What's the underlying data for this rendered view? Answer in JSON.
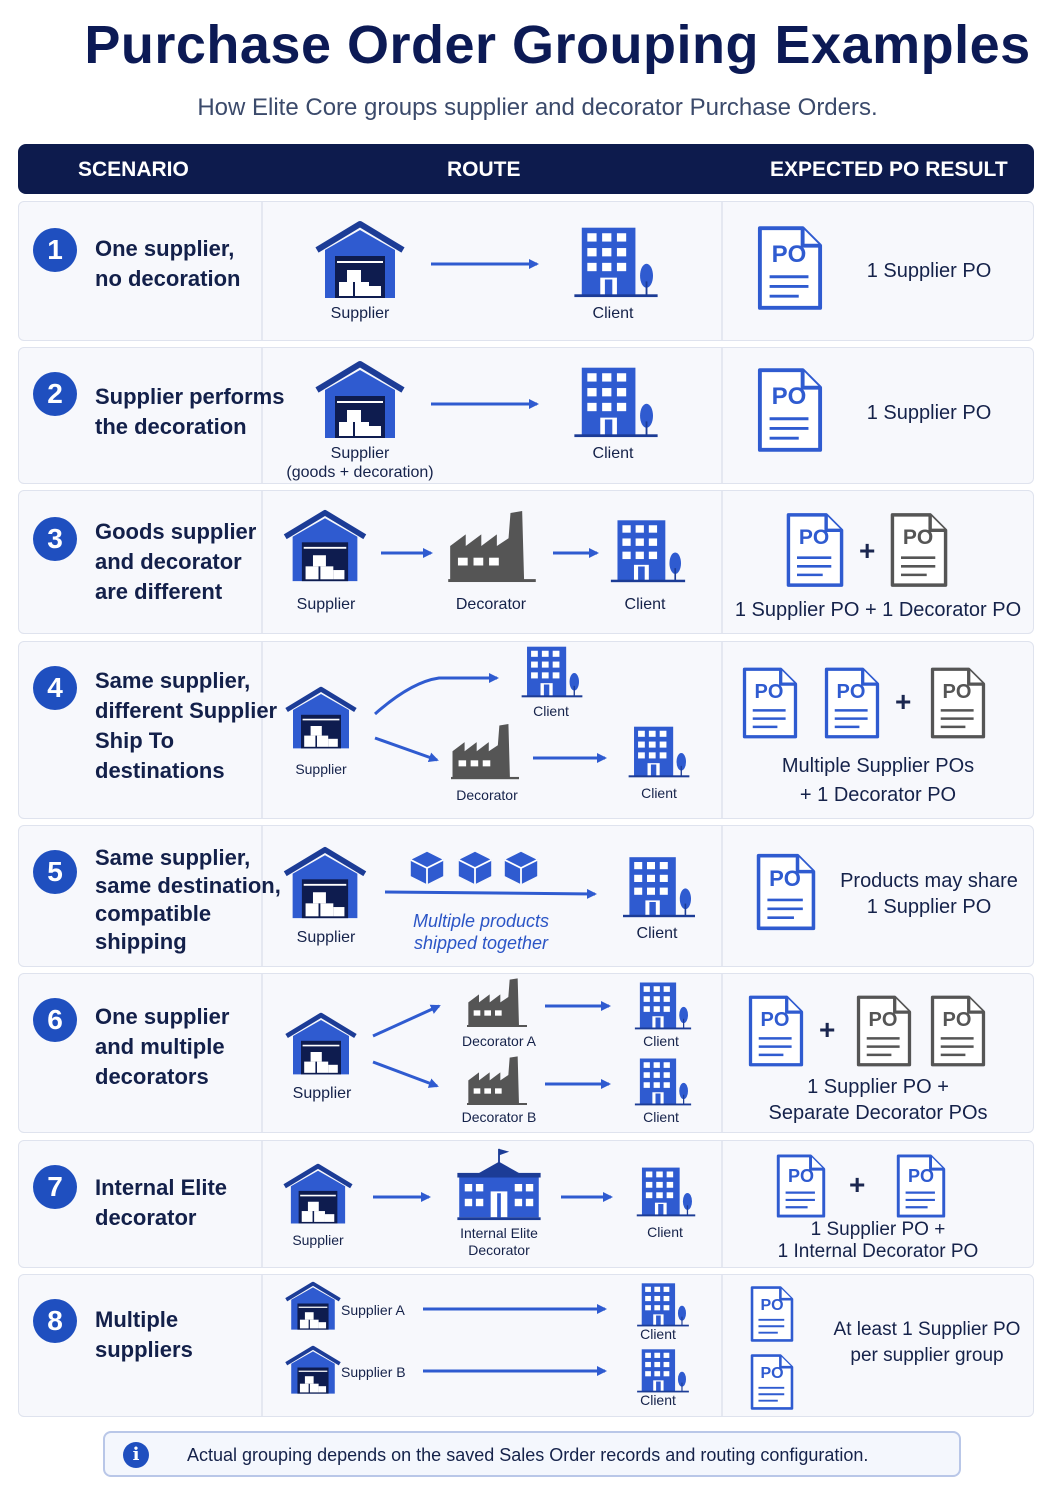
{
  "title": "Purchase Order Grouping Examples",
  "subtitle": "How Elite Core groups supplier and decorator Purchase Orders.",
  "columns": {
    "scenario": "SCENARIO",
    "route": "ROUTE",
    "result": "EXPECTED PO RESULT"
  },
  "po_icon_text": "PO",
  "plus_sign": "+",
  "colors": {
    "navy": "#0d1b4d",
    "blue": "#2f5bd0",
    "gray": "#555555",
    "number_circle": "#1f4fbf"
  },
  "rows": [
    {
      "number": "1",
      "scenario": "One supplier,\nno decoration",
      "labels": [
        "Supplier",
        "Client"
      ],
      "result": "1 Supplier PO"
    },
    {
      "number": "2",
      "scenario": "Supplier performs\nthe decoration",
      "labels": [
        "Supplier\n(goods + decoration)",
        "Client"
      ],
      "result": "1 Supplier PO"
    },
    {
      "number": "3",
      "scenario": "Goods supplier\nand decorator\nare different",
      "labels": [
        "Supplier",
        "Decorator",
        "Client"
      ],
      "result": "1 Supplier PO + 1 Decorator PO"
    },
    {
      "number": "4",
      "scenario": "Same supplier,\ndifferent Supplier\nShip To\ndestinations",
      "labels": [
        "Supplier",
        "Client",
        "Decorator",
        "Client"
      ],
      "result": "Multiple Supplier POs\n+ 1 Decorator PO"
    },
    {
      "number": "5",
      "scenario": "Same supplier,\nsame destination,\ncompatible\nshipping",
      "labels": [
        "Supplier",
        "Client"
      ],
      "note": "Multiple products\nshipped together",
      "result": "Products may share\n1 Supplier PO"
    },
    {
      "number": "6",
      "scenario": "One supplier\nand multiple\ndecorators",
      "labels": [
        "Supplier",
        "Decorator A",
        "Client",
        "Decorator B",
        "Client"
      ],
      "result": "1 Supplier PO +\nSeparate Decorator POs"
    },
    {
      "number": "7",
      "scenario": "Internal Elite\ndecorator",
      "labels": [
        "Supplier",
        "Internal Elite\nDecorator",
        "Client"
      ],
      "result": "1 Supplier PO +\n1 Internal Decorator PO"
    },
    {
      "number": "8",
      "scenario": "Multiple\nsuppliers",
      "labels": [
        "Supplier A",
        "Client",
        "Supplier B",
        "Client"
      ],
      "result": "At least 1 Supplier PO\nper supplier group"
    }
  ],
  "footer_note": "Actual grouping depends on the saved Sales Order records and routing configuration.",
  "icons": [
    "warehouse-icon",
    "building-icon",
    "factory-icon",
    "document-icon",
    "arrow-icon",
    "box-icon",
    "elite-building-icon",
    "info-icon"
  ]
}
